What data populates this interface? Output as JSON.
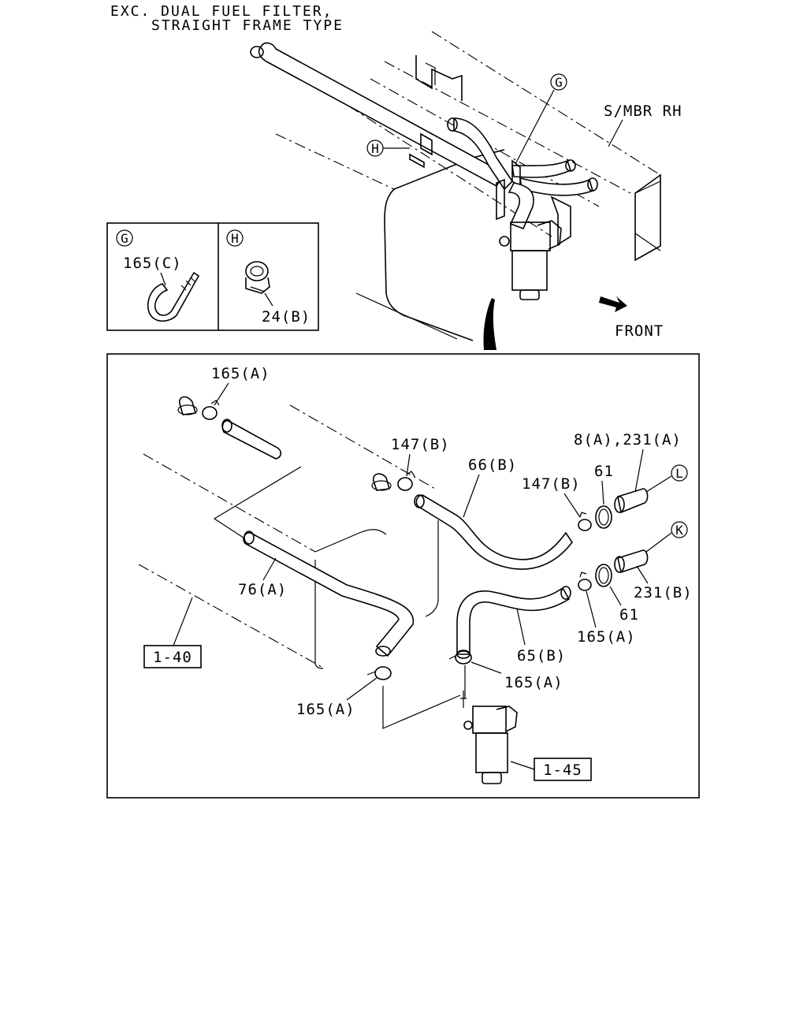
{
  "header": {
    "line1": "EXC. DUAL FUEL FILTER,",
    "line2": "STRAIGHT FRAME TYPE"
  },
  "overview": {
    "callout_g": "G",
    "callout_h": "H",
    "smbr_label": "S/MBR RH",
    "front_label": "FRONT"
  },
  "detail_g": {
    "callout": "G",
    "part_label": "165(C)"
  },
  "detail_h": {
    "callout": "H",
    "part_label": "24(B)"
  },
  "main": {
    "labels": {
      "p165a_top": "165(A)",
      "p147b_mid": "147(B)",
      "p66b": "66(B)",
      "p147b_right": "147(B)",
      "p61_upper": "61",
      "p8a_231a": "8(A),231(A)",
      "p76a": "76(A)",
      "p231b": "231(B)",
      "p61_lower": "61",
      "p165a_right": "165(A)",
      "p65b": "65(B)",
      "p165a_center": "165(A)",
      "p165a_left": "165(A)",
      "ref_140": "1-40",
      "ref_145": "1-45"
    },
    "callout_l": "L",
    "callout_k": "K"
  }
}
